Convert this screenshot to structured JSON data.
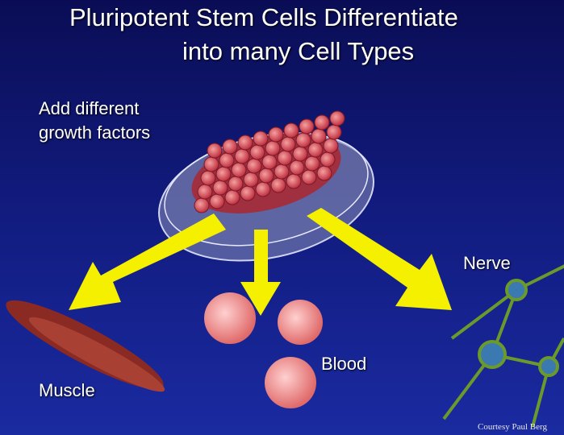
{
  "title": {
    "line1": "Pluripotent Stem Cells Differentiate",
    "line2": "into many  Cell Types"
  },
  "instruction": {
    "line1": "Add different",
    "line2": "growth factors"
  },
  "labels": {
    "muscle": "Muscle",
    "blood": "Blood",
    "nerve": "Nerve"
  },
  "credit": "Courtesy Paul Berg",
  "colors": {
    "arrow": "#f5f000",
    "cell": "#d9504e",
    "nerve": "#6b9a2a"
  }
}
